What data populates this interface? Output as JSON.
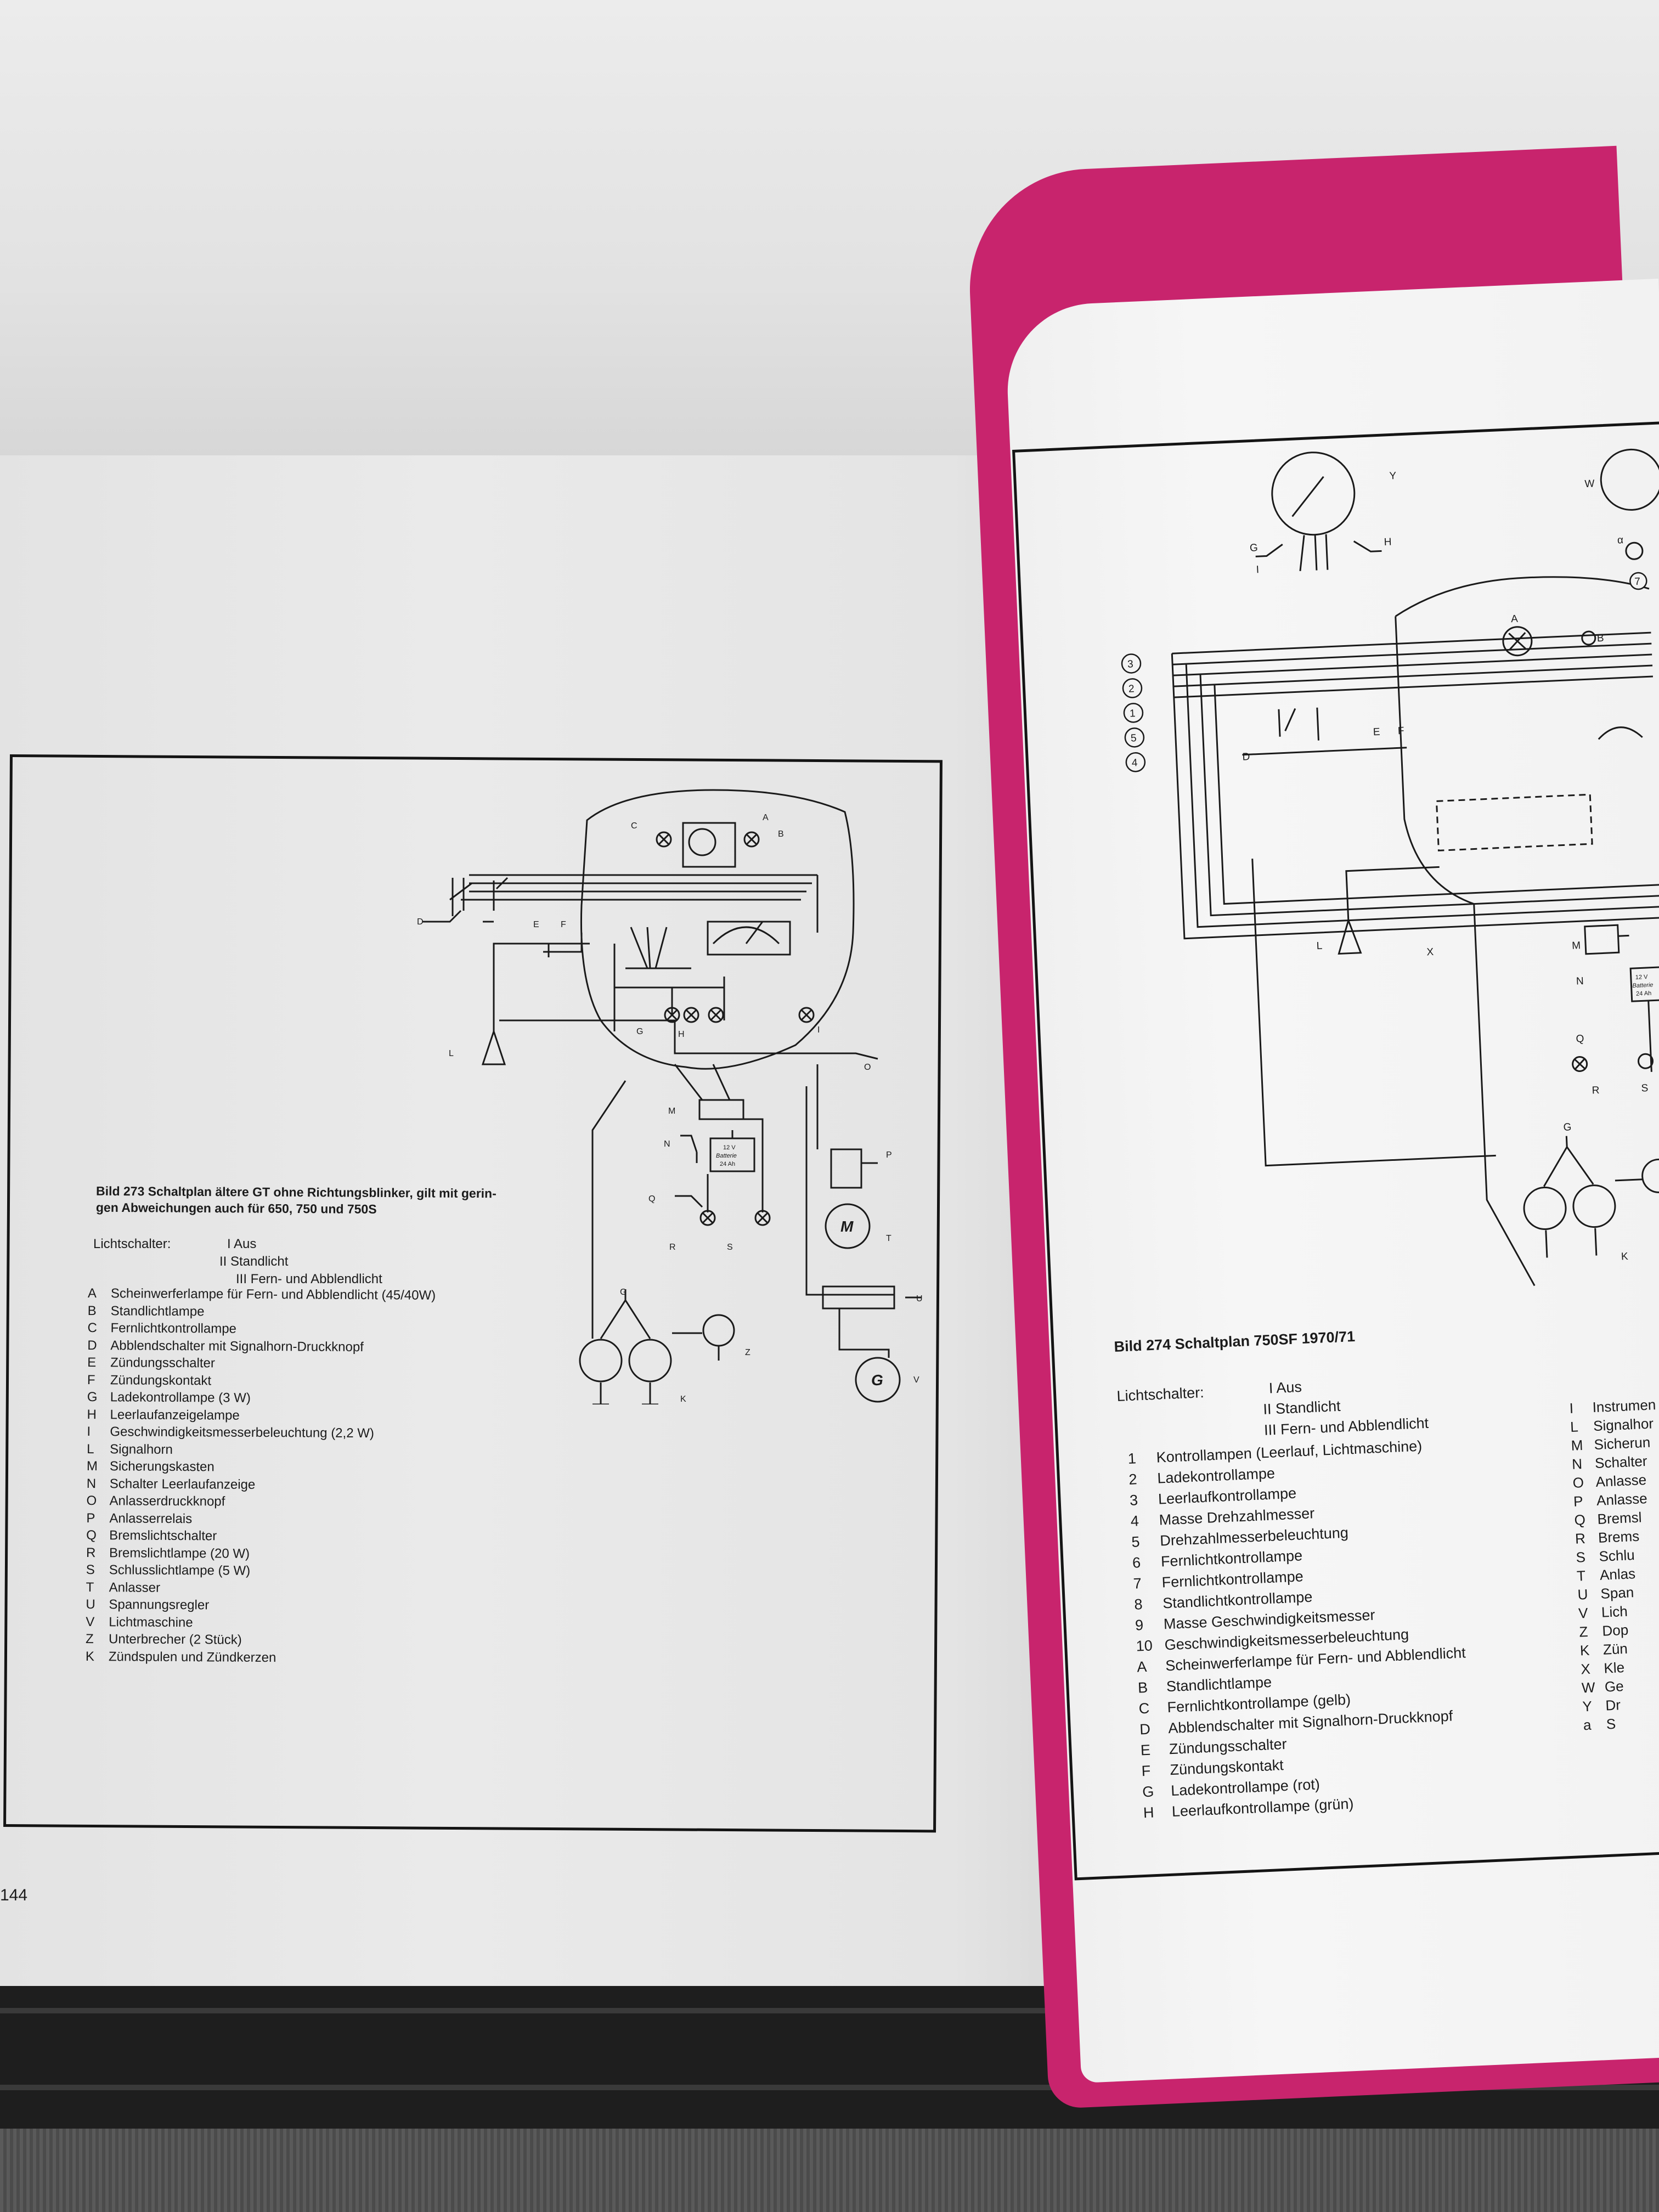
{
  "left_page": {
    "figure_title_line1": "Bild 273   Schaltplan ältere GT ohne Richtungsblinker, gilt mit gerin-",
    "figure_title_line2": "gen Abweichungen auch für 650, 750 und 750S",
    "switch_label": "Lichtschalter:",
    "switch_positions": [
      "I Aus",
      "II Standlicht",
      "III Fern- und Abblendlicht"
    ],
    "legend": [
      {
        "key": "A",
        "text": "Scheinwerferlampe für Fern- und Abblendlicht (45/40W)"
      },
      {
        "key": "B",
        "text": "Standlichtlampe"
      },
      {
        "key": "C",
        "text": "Fernlichtkontrollampe"
      },
      {
        "key": "D",
        "text": "Abblendschalter mit Signalhorn-Druckknopf"
      },
      {
        "key": "E",
        "text": "Zündungsschalter"
      },
      {
        "key": "F",
        "text": "Zündungskontakt"
      },
      {
        "key": "G",
        "text": "Ladekontrollampe (3 W)"
      },
      {
        "key": "H",
        "text": "Leerlaufanzeigelampe"
      },
      {
        "key": "I",
        "text": "Geschwindigkeitsmesserbeleuchtung (2,2 W)"
      },
      {
        "key": "L",
        "text": "Signalhorn"
      },
      {
        "key": "M",
        "text": "Sicherungskasten"
      },
      {
        "key": "N",
        "text": "Schalter Leerlaufanzeige"
      },
      {
        "key": "O",
        "text": "Anlasserdruckknopf"
      },
      {
        "key": "P",
        "text": "Anlasserrelais"
      },
      {
        "key": "Q",
        "text": "Bremslichtschalter"
      },
      {
        "key": "R",
        "text": "Bremslichtlampe (20 W)"
      },
      {
        "key": "S",
        "text": "Schlusslichtlampe (5 W)"
      },
      {
        "key": "T",
        "text": "Anlasser"
      },
      {
        "key": "U",
        "text": "Spannungsregler"
      },
      {
        "key": "V",
        "text": "Lichtmaschine"
      },
      {
        "key": "Z",
        "text": "Unterbrecher (2 Stück)"
      },
      {
        "key": "K",
        "text": "Zündspulen und Zündkerzen"
      }
    ],
    "page_number": "144",
    "diagram_labels": {
      "A": "A",
      "B": "B",
      "C": "C",
      "D": "D",
      "E": "E",
      "F": "F",
      "G": "G",
      "H": "H",
      "I": "I",
      "L": "L",
      "M": "M",
      "N": "N",
      "O": "O",
      "P": "P",
      "Q": "Q",
      "R": "R",
      "S": "S",
      "T": "T",
      "U": "U",
      "V": "V",
      "Z": "Z",
      "K": "K",
      "Mot": "M",
      "Gen": "G",
      "batt1": "12 V",
      "batt2": "Batterie",
      "batt3": "24 Ah"
    }
  },
  "right_page": {
    "figure_title": "Bild 274   Schaltplan 750SF 1970/71",
    "switch_label": "Lichtschalter:",
    "switch_positions": [
      "I Aus",
      "II Standlicht",
      "III Fern- und Abblendlicht"
    ],
    "legend": [
      {
        "key": "1",
        "text": "Kontrollampen (Leerlauf, Lichtmaschine)"
      },
      {
        "key": "2",
        "text": "Ladekontrollampe"
      },
      {
        "key": "3",
        "text": "Leerlaufkontrollampe"
      },
      {
        "key": "4",
        "text": "Masse Drehzahlmesser"
      },
      {
        "key": "5",
        "text": "Drehzahlmesserbeleuchtung"
      },
      {
        "key": "6",
        "text": "Fernlichtkontrollampe"
      },
      {
        "key": "7",
        "text": "Fernlichtkontrollampe"
      },
      {
        "key": "8",
        "text": "Standlichtkontrollampe"
      },
      {
        "key": "9",
        "text": "Masse Geschwindigkeitsmesser"
      },
      {
        "key": "10",
        "text": "Geschwindigkeitsmesserbeleuchtung"
      },
      {
        "key": "A",
        "text": "Scheinwerferlampe für Fern- und Abblendlicht"
      },
      {
        "key": "B",
        "text": "Standlichtlampe"
      },
      {
        "key": "C",
        "text": "Fernlichtkontrollampe (gelb)"
      },
      {
        "key": "D",
        "text": "Abblendschalter mit Signalhorn-Druckknopf"
      },
      {
        "key": "E",
        "text": "Zündungsschalter"
      },
      {
        "key": "F",
        "text": "Zündungskontakt"
      },
      {
        "key": "G",
        "text": "Ladekontrollampe (rot)"
      },
      {
        "key": "H",
        "text": "Leerlaufkontrollampe (grün)"
      }
    ],
    "legend_cut": [
      {
        "key": "I",
        "text": "Instrumen"
      },
      {
        "key": "L",
        "text": "Signalhor"
      },
      {
        "key": "M",
        "text": "Sicherun"
      },
      {
        "key": "N",
        "text": "Schalter"
      },
      {
        "key": "O",
        "text": "Anlasse"
      },
      {
        "key": "P",
        "text": "Anlasse"
      },
      {
        "key": "Q",
        "text": "Bremsl"
      },
      {
        "key": "R",
        "text": "Brems"
      },
      {
        "key": "S",
        "text": "Schlu"
      },
      {
        "key": "T",
        "text": "Anlas"
      },
      {
        "key": "U",
        "text": "Span"
      },
      {
        "key": "V",
        "text": "Lich"
      },
      {
        "key": "Z",
        "text": "Dop"
      },
      {
        "key": "K",
        "text": "Zün"
      },
      {
        "key": "X",
        "text": "Kle"
      },
      {
        "key": "W",
        "text": "Ge"
      },
      {
        "key": "Y",
        "text": "Dr"
      },
      {
        "key": "a",
        "text": "S"
      }
    ],
    "diagram_labels": {
      "Y": "Y",
      "G": "G",
      "H": "H",
      "I": "I",
      "W": "W",
      "A": "A",
      "B": "B",
      "D": "D",
      "E": "E",
      "F": "F",
      "L": "L",
      "X": "X",
      "M": "M",
      "N": "N",
      "Q": "Q",
      "R": "R",
      "S": "S",
      "K": "K",
      "alpha": "α",
      "n3": "3",
      "n2": "2",
      "n1": "1",
      "n5": "5",
      "n4": "4",
      "n7": "7",
      "batt1": "12 V",
      "batt2": "Batterie",
      "batt3": "24 Ah"
    }
  }
}
